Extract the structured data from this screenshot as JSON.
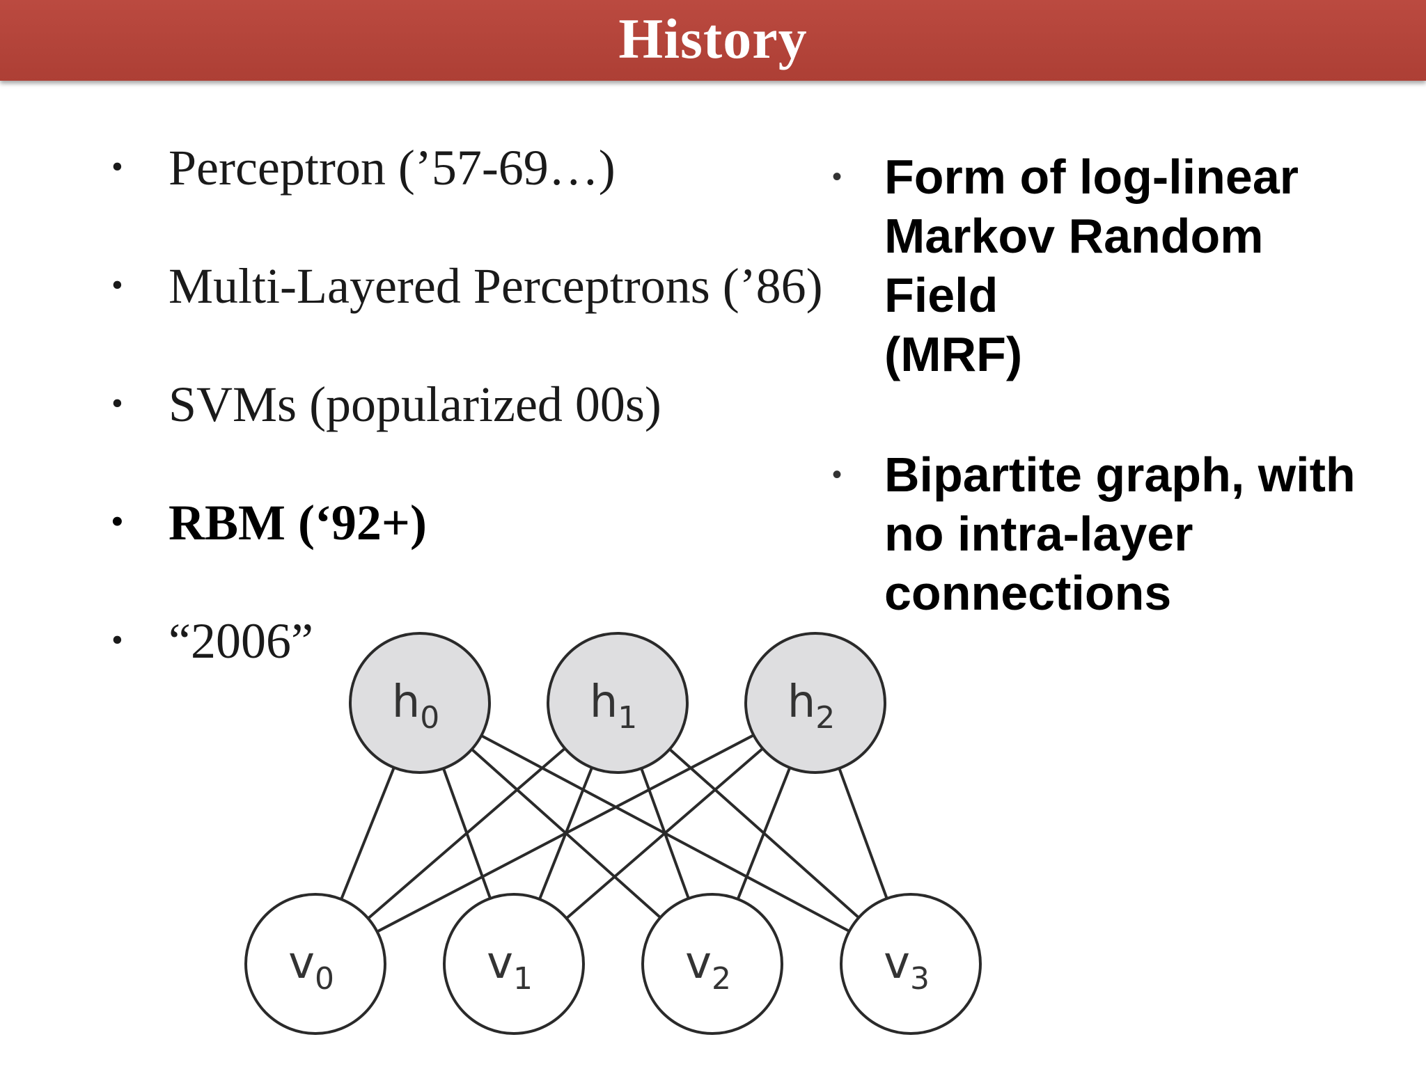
{
  "slide": {
    "title": "History"
  },
  "left_bullets": [
    {
      "text": "Perceptron (’57-69…)"
    },
    {
      "text": "Multi-Layered Perceptrons (’86)"
    },
    {
      "text": "SVMs (popularized 00s)"
    },
    {
      "text": "RBM (‘92+)"
    },
    {
      "text": "“2006”"
    }
  ],
  "right_bullets": [
    {
      "text": "Form of log-linear\nMarkov Random\nField\n(MRF)"
    },
    {
      "text": "Bipartite graph, with\nno intra-layer\nconnections"
    }
  ],
  "diagram": {
    "hidden_nodes": [
      {
        "base": "h",
        "sub": "0"
      },
      {
        "base": "h",
        "sub": "1"
      },
      {
        "base": "h",
        "sub": "2"
      }
    ],
    "visible_nodes": [
      {
        "base": "v",
        "sub": "0"
      },
      {
        "base": "v",
        "sub": "1"
      },
      {
        "base": "v",
        "sub": "2"
      },
      {
        "base": "v",
        "sub": "3"
      }
    ],
    "colors": {
      "hidden_fill": "#dedee0",
      "visible_fill": "#ffffff",
      "stroke": "#2a2a2a"
    }
  }
}
